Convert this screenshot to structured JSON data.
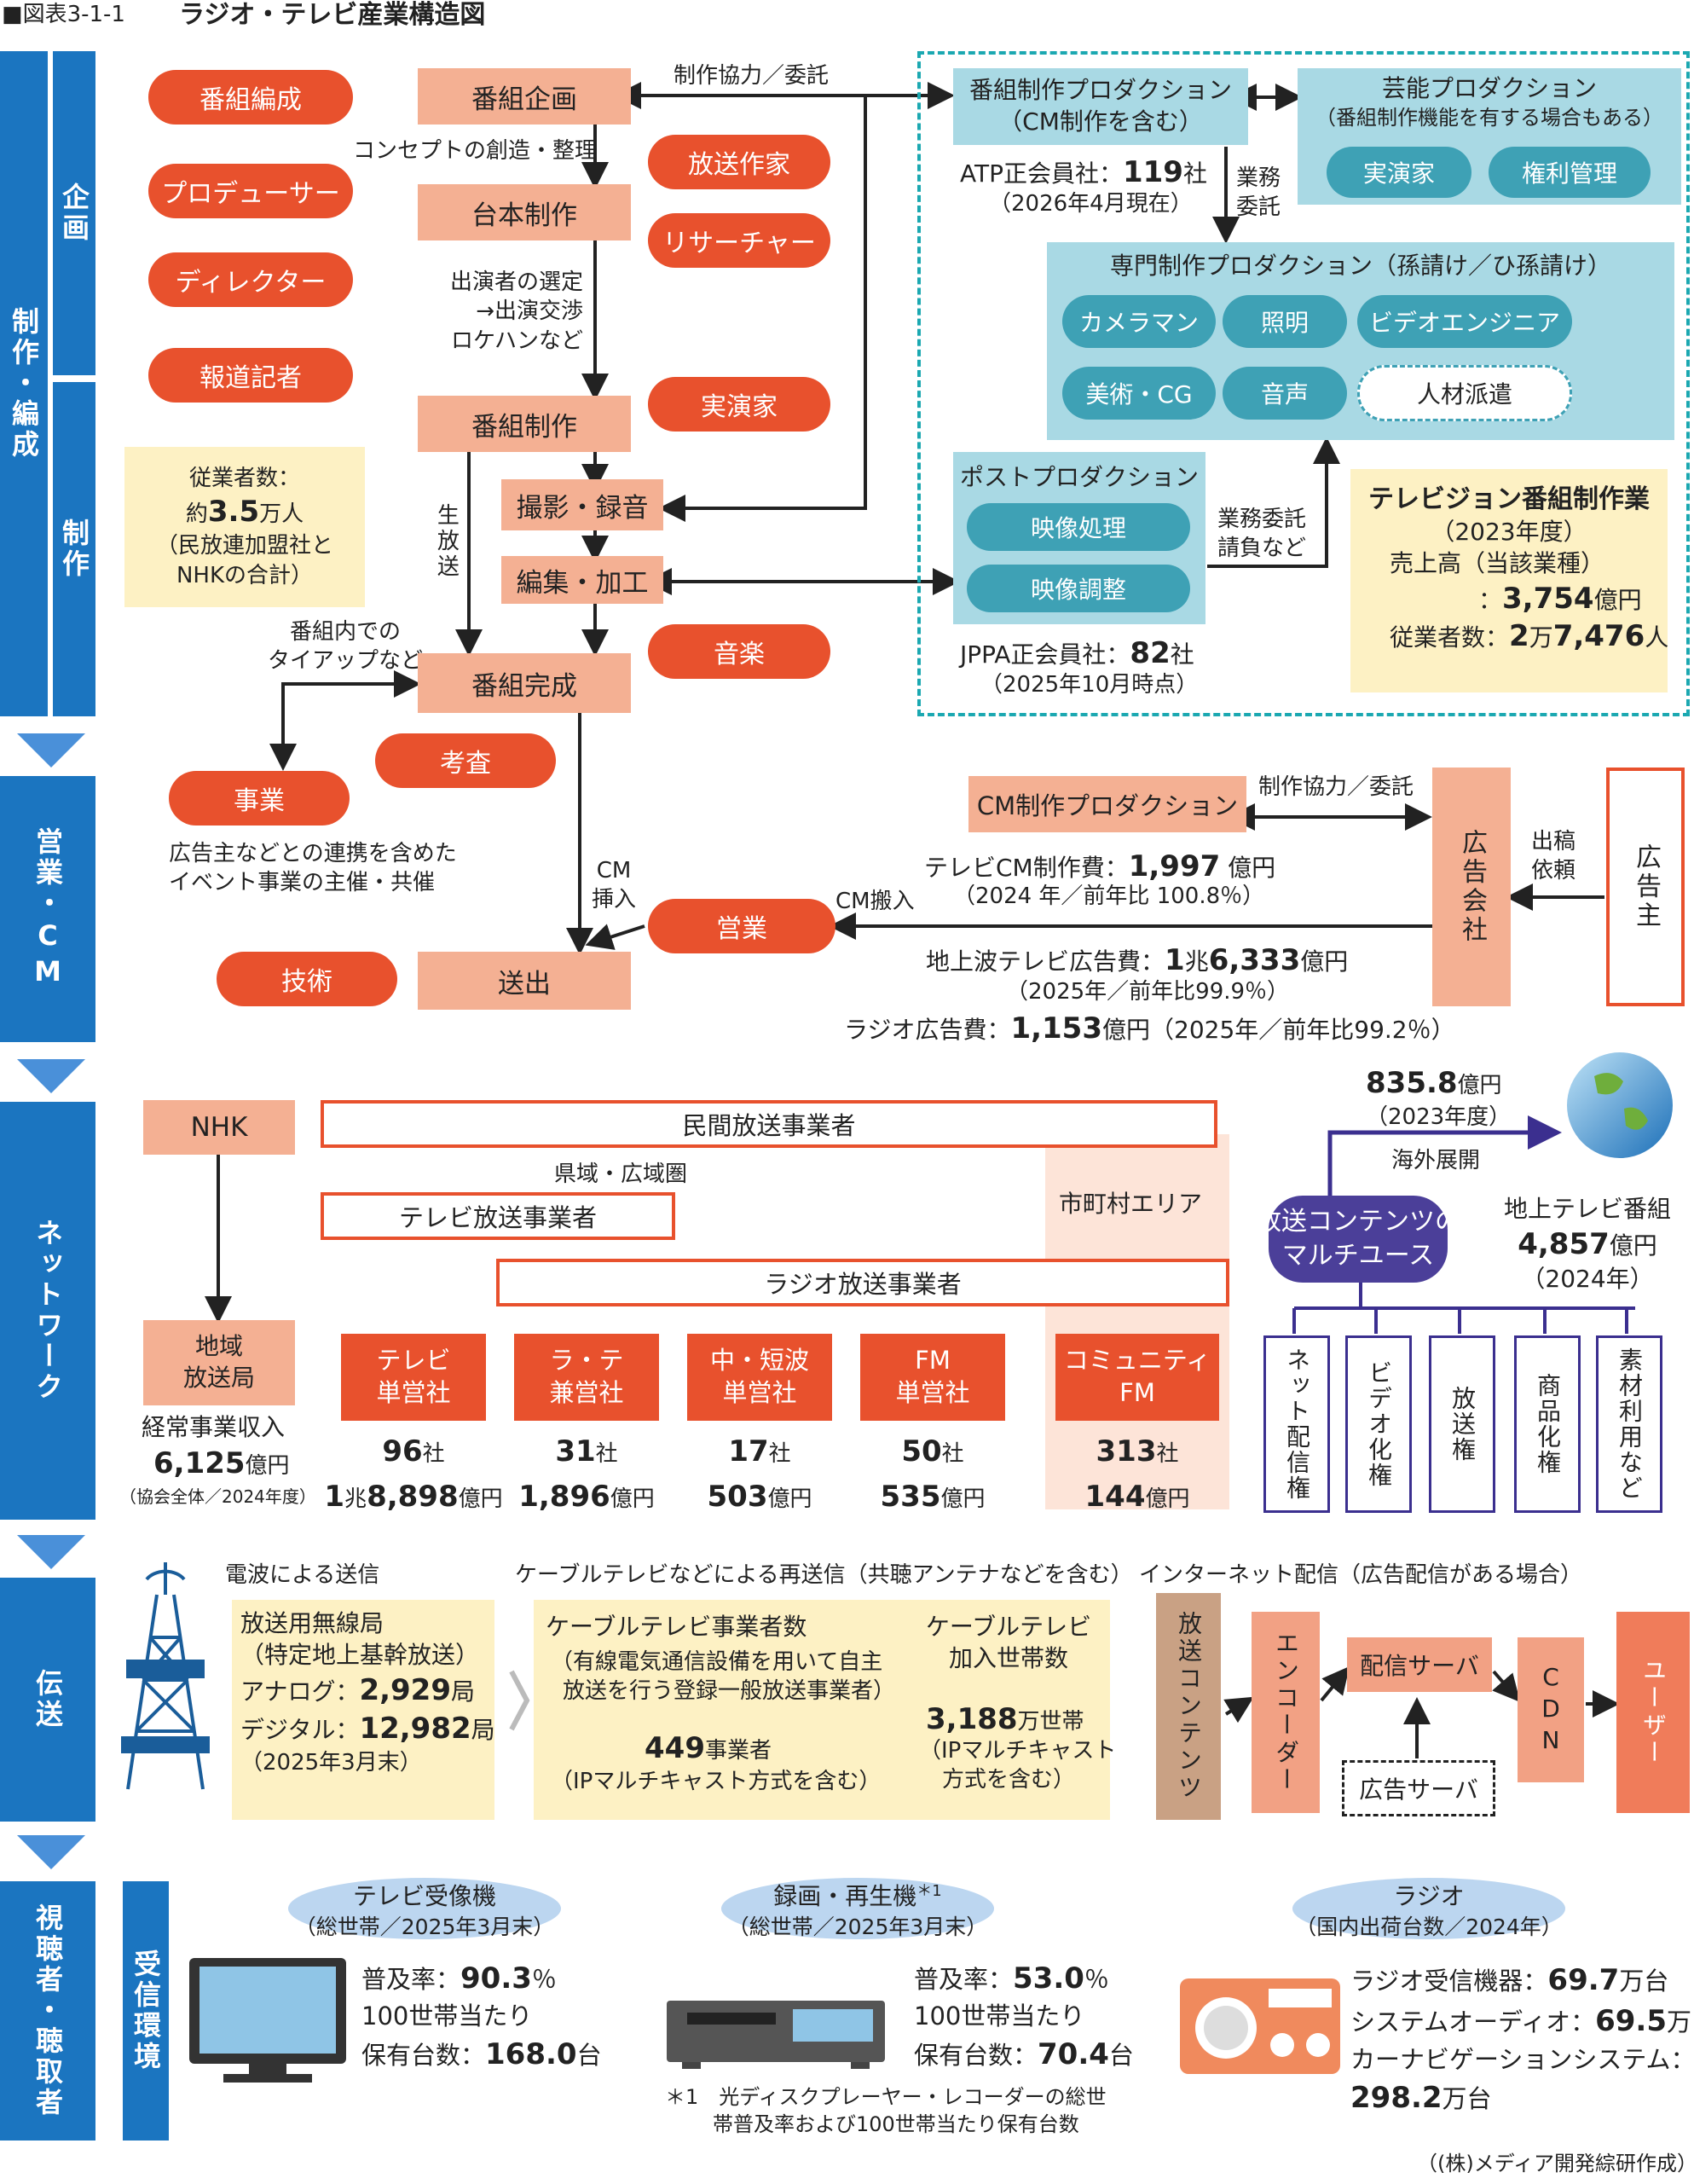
{
  "title": {
    "fig": "■図表3-1-1",
    "main": "ラジオ・テレビ産業構造図"
  },
  "side": {
    "seisaku": "制作・編成",
    "kikaku": "企画",
    "seisaku2": "制作",
    "eigyo": "営業・CM",
    "network": "ネットワーク",
    "densou": "伝送",
    "shichou": "視聴者・聴取者",
    "jushin": "受信環境"
  },
  "roles": {
    "hensei": "番組編成",
    "producer": "プロデューサー",
    "director": "ディレクター",
    "kisha": "報道記者",
    "sakka": "放送作家",
    "researcher": "リサーチャー",
    "jitsuen": "実演家",
    "ongaku": "音楽",
    "kousa": "考査",
    "jigyo": "事業",
    "gijutsu": "技術",
    "eigyo": "営業"
  },
  "flow": {
    "kikaku": "番組企画",
    "daihon": "台本制作",
    "seisaku": "番組制作",
    "satsuei": "撮影・録音",
    "henshu": "編集・加工",
    "kansei": "番組完成",
    "soushutsu": "送出",
    "concept": "コンセプトの創造・整理",
    "casting1": "出演者の選定",
    "casting2": "→出演交渉",
    "casting3": "ロケハンなど",
    "nama": "生放送",
    "tieup1": "番組内での",
    "tieup2": "タイアップなど",
    "kyoryoku": "制作協力／委託",
    "cm_sonyu1": "CM",
    "cm_sonyu2": "挿入",
    "cm_hannyu": "CM搬入",
    "jigyo_desc1": "広告主などとの連携を含めた",
    "jigyo_desc2": "イベント事業の主催・共催"
  },
  "employees": {
    "l1": "従業者数：",
    "l2a": "約",
    "l2b": "3.5",
    "l2c": "万人",
    "l3": "（民放連加盟社と",
    "l4": "NHKの合計）"
  },
  "prod": {
    "bangumi1": "番組制作プロダクション",
    "bangumi2": "（CM制作を含む）",
    "geino1": "芸能プロダクション",
    "geino2": "（番組制作機能を有する場合もある）",
    "jitsuen": "実演家",
    "kenri": "権利管理",
    "atp_a": "ATP正会員社：",
    "atp_b": "119",
    "atp_c": "社",
    "atp_d": "（2026年4月現在）",
    "gyomu1": "業務",
    "gyomu2": "委託",
    "senmon": "専門制作プロダクション（孫請け／ひ孫請け）",
    "camera": "カメラマン",
    "shomei": "照明",
    "video": "ビデオエンジニア",
    "bijutsu": "美術・CG",
    "onsei": "音声",
    "haken": "人材派遣",
    "post": "ポストプロダクション",
    "eizo1": "映像処理",
    "eizo2": "映像調整",
    "ukeoi1": "業務委託",
    "ukeoi2": "請負など",
    "jppa_a": "JPPA正会員社：",
    "jppa_b": "82",
    "jppa_c": "社",
    "jppa_d": "（2025年10月時点）",
    "tv_title": "テレビジョン番組制作業",
    "tv_year": "（2023年度）",
    "tv_uri": "売上高（当該業種）",
    "tv_uri_v1": "：",
    "tv_uri_v2": "3,754",
    "tv_uri_v3": "億円",
    "tv_emp1": "従業者数：",
    "tv_emp2": "2",
    "tv_emp3": "万",
    "tv_emp4": "7,476",
    "tv_emp5": "人"
  },
  "cm": {
    "cmprod": "CM制作プロダクション",
    "kyoryoku": "制作協力／委託",
    "kokoku": "広告会社",
    "kokokunushi": "広告主",
    "shukko1": "出稿",
    "shukko2": "依頼",
    "cmhi_a": "テレビCM制作費：",
    "cmhi_b": "1,997",
    "cmhi_c": " 億円",
    "cmhi_d": "（2024 年／前年比 100.8％）",
    "chijo_a": "地上波テレビ広告費：",
    "chijo_b": "1",
    "chijo_c": "兆",
    "chijo_d": "6,333",
    "chijo_e": "億円",
    "chijo_f": "（2025年／前年比99.9％）",
    "radio_a": "ラジオ広告費：",
    "radio_b": "1,153",
    "radio_c": "億円（2025年／前年比99.2％）"
  },
  "net": {
    "nhk": "NHK",
    "minpo": "民間放送事業者",
    "kenniki": "県域・広域圏",
    "tv": "テレビ放送事業者",
    "shichoson": "市町村エリア",
    "radio": "ラジオ放送事業者",
    "chiiki1": "地域",
    "chiiki2": "放送局",
    "keijo": "経常事業収入",
    "nhk_v1": "6,125",
    "nhk_v2": "億円",
    "nhk_note": "（協会全体／2024年度）",
    "cats": [
      {
        "l1": "テレビ",
        "l2": "単営社",
        "n": "96",
        "r1": "1",
        "r2": "兆",
        "r3": "8,898",
        "r4": "億円"
      },
      {
        "l1": "ラ・テ",
        "l2": "兼営社",
        "n": "31",
        "r1": "",
        "r2": "",
        "r3": "1,896",
        "r4": "億円"
      },
      {
        "l1": "中・短波",
        "l2": "単営社",
        "n": "17",
        "r1": "",
        "r2": "",
        "r3": "503",
        "r4": "億円"
      },
      {
        "l1": "FM",
        "l2": "単営社",
        "n": "50",
        "r1": "",
        "r2": "",
        "r3": "535",
        "r4": "億円"
      },
      {
        "l1": "コミュニティ",
        "l2": "FM",
        "n": "313",
        "r1": "",
        "r2": "",
        "r3": "144",
        "r4": "億円"
      }
    ],
    "sha": "社",
    "kaigai_v": "835.8",
    "kaigai_u": "億円",
    "kaigai_y": "（2023年度）",
    "kaigai": "海外展開",
    "multi1": "放送コンテンツの",
    "multi2": "マルチユース",
    "chijo_bg": "地上テレビ番組",
    "chijo_bg_v": "4,857",
    "chijo_bg_u": "億円",
    "chijo_bg_y": "（2024年）",
    "uses": [
      "ネット配信権",
      "ビデオ化権",
      "放送権",
      "商品化権",
      "素材利用など"
    ]
  },
  "densou": {
    "denpa": "電波による送信",
    "saisoushin": "ケーブルテレビなどによる再送信（共聴アンテナなどを含む）",
    "internet": "インターネット配信（広告配信がある場合）",
    "musen1": "放送用無線局",
    "musen2": "（特定地上基幹放送）",
    "analog_a": "アナログ：",
    "analog_b": "2,929",
    "analog_c": "局",
    "digital_a": "デジタル：",
    "digital_b": "12,982",
    "digital_c": "局",
    "musen_y": "（2025年3月末）",
    "cable1": "ケーブルテレビ事業者数",
    "cable2": "（有線電気通信設備を用いて自主",
    "cable3": "放送を行う登録一般放送事業者）",
    "cable_v": "449",
    "cable_u": "事業者",
    "cable_ip": "（IPマルチキャスト方式を含む）",
    "setai1": "ケーブルテレビ",
    "setai2": "加入世帯数",
    "setai_v": "3,188",
    "setai_u": "万世帯",
    "setai_ip1": "（IPマルチキャスト",
    "setai_ip2": "方式を含む）",
    "contents": "放送コンテンツ",
    "encoder": "エンコーダー",
    "haishin": "配信サーバ",
    "cdn": "CDN",
    "user": "ユーザー",
    "koukoku_server": "広告サーバ"
  },
  "recv": {
    "tv1": "テレビ受像機",
    "tv2": "（総世帯／2025年3月末）",
    "tv_fukyu_a": "普及率：",
    "tv_fukyu_b": "90.3",
    "tv_fukyu_c": "％",
    "tv_100": "100世帯当たり",
    "tv_hoyu_a": "保有台数：",
    "tv_hoyu_b": "168.0",
    "tv_hoyu_c": "台",
    "rec1": "録画・再生機",
    "rec_star": "＊1",
    "rec2": "（総世帯／2025年3月末）",
    "rec_fukyu_b": "53.0",
    "rec_hoyu_b": "70.4",
    "note1": "＊1　光ディスクプレーヤー・レコーダーの総世",
    "note2": "帯普及率および100世帯当たり保有台数",
    "radio1": "ラジオ",
    "radio2": "（国内出荷台数／2024年）",
    "r_a": "ラジオ受信機器：",
    "r_b": "69.7",
    "r_c": "万台",
    "s_a": "システムオーディオ：",
    "s_b": "69.5",
    "s_c": "万台",
    "car": "カーナビゲーションシステム：",
    "car_b": "298.2",
    "car_c": "万台",
    "source": "（(株)メディア開発綜研作成）"
  }
}
